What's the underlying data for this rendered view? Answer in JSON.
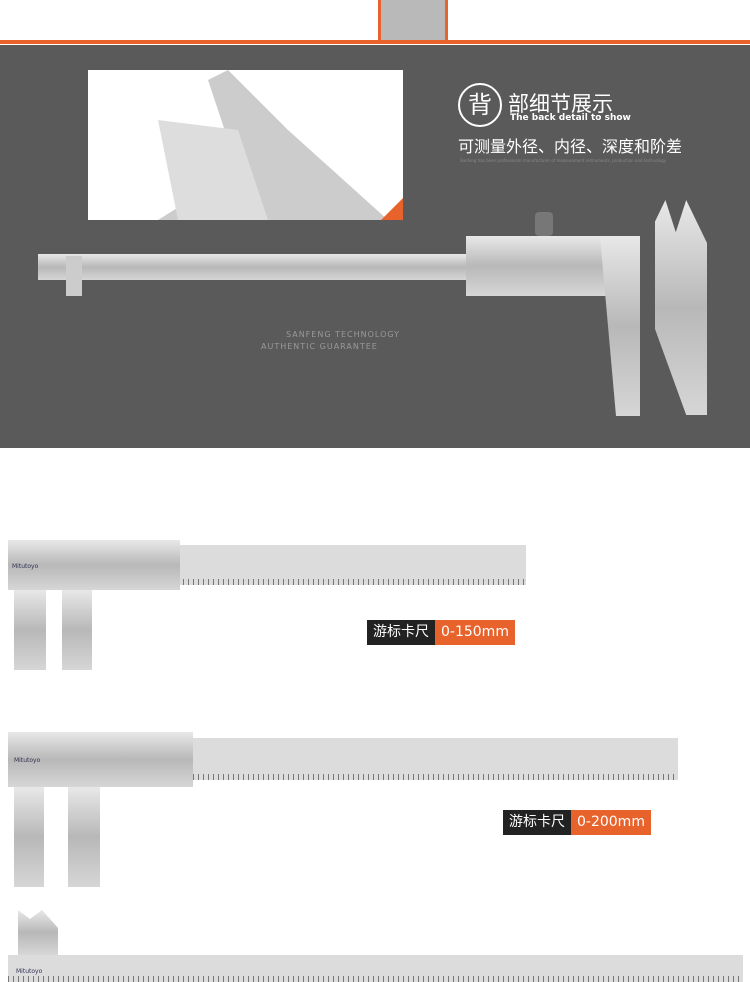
{
  "detail_section": {
    "icon_char": "背",
    "title": "部细节展示",
    "subtitle": "The back detail to show",
    "description": "可测量外径、内径、深度和阶差",
    "fine_print": "Sanfeng has been professional manufacturer of measurement instruments, production and technology",
    "watermark_line1": "SANFENG TECHNOLOGY",
    "watermark_line2": "AUTHENTIC GUARANTEE"
  },
  "products": [
    {
      "name": "游标卡尺",
      "range": "0-150mm",
      "brand": "Mitutoyo"
    },
    {
      "name": "游标卡尺",
      "range": "0-200mm",
      "brand": "Mitutoyo"
    },
    {
      "brand": "Mitutoyo"
    }
  ]
}
